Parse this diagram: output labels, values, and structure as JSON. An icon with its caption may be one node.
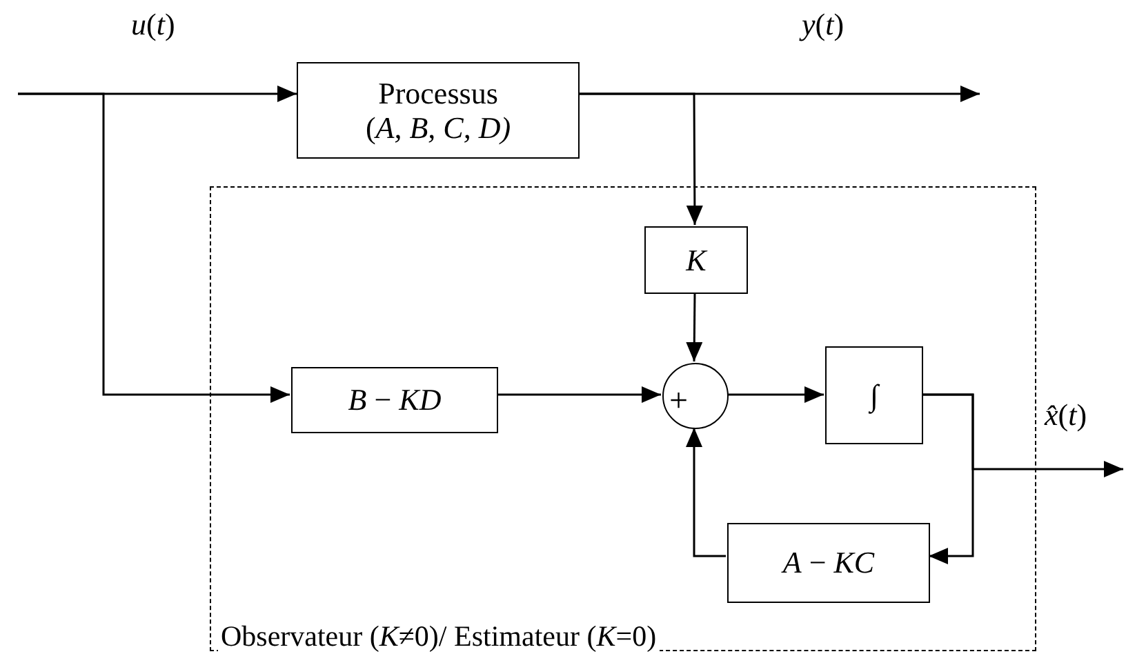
{
  "diagram": {
    "nodes": [
      {
        "text": [
          "Observateur (*K*≠0)/ Estimateur (*K*=0)"
        ]
      },
      {
        "text": [
          "Processus",
          "(*A, B, C, D)*"
        ]
      },
      {
        "text": [
          "K"
        ],
        "in": 0
      },
      {
        "text": [
          "*B* − *KD*"
        ],
        "in": 0
      },
      {
        "text": [
          "+"
        ],
        "in": 0
      },
      {
        "text": [
          "∫"
        ],
        "in": 0
      },
      {
        "text": [
          "*A* − *KC*"
        ],
        "in": 0
      }
    ],
    "edges": [
      {
        "from": null,
        "to": 1,
        "arrow": "to"
      },
      {
        "from": null,
        "to": 3,
        "arrow": "to"
      },
      {
        "from": 1,
        "to": null,
        "arrow": "to"
      },
      {
        "from": 1,
        "to": 2,
        "arrow": "to"
      },
      {
        "from": 2,
        "to": 4,
        "arrow": "to"
      },
      {
        "from": 3,
        "to": 4,
        "arrow": "to"
      },
      {
        "from": 4,
        "to": 5,
        "arrow": "to"
      },
      {
        "from": 5,
        "to": 6,
        "arrow": "to"
      },
      {
        "from": 5,
        "to": null,
        "arrow": "to"
      },
      {
        "from": 6,
        "to": 4,
        "arrow": "to"
      }
    ],
    "labels": [
      "*u*(*t*)",
      "*y*(*t*)",
      "*x̂*(*t*)"
    ]
  }
}
